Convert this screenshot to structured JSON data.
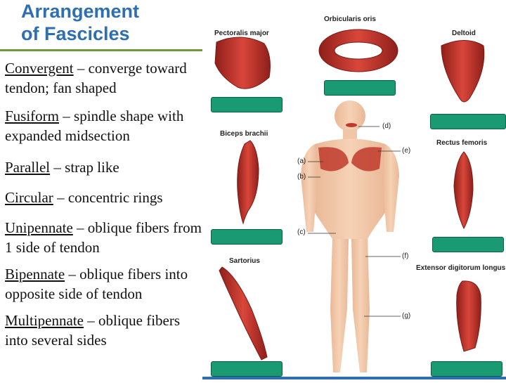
{
  "title": {
    "line1": "Arrangement",
    "line2": "of Fascicles"
  },
  "definitions": [
    {
      "term": "Convergent",
      "text": " – converge toward tendon; fan shaped"
    },
    {
      "term": "Fusiform",
      "text": " – spindle shape with expanded midsection"
    },
    {
      "term": "Parallel",
      "text": " – strap like"
    },
    {
      "term": "Circular",
      "text": " – concentric rings"
    },
    {
      "term": "Unipennate",
      "text": " – oblique fibers from 1 side of tendon"
    },
    {
      "term": "Bipennate",
      "text": " – oblique fibers into opposite side of tendon"
    },
    {
      "term": "Multipennate",
      "text": " – oblique fibers into several sides"
    }
  ],
  "muscles": {
    "pectoralis_major": "Pectoralis major",
    "orbicularis_oris": "Orbicularis oris",
    "deltoid": "Deltoid",
    "biceps_brachii": "Biceps brachii",
    "rectus_femoris": "Rectus femoris",
    "sartorius": "Sartorius",
    "extensor_digitorum": "Extensor digitorum longus"
  },
  "figure_letters": [
    "(a)",
    "(b)",
    "(c)",
    "(d)",
    "(e)",
    "(f)",
    "(g)"
  ],
  "colors": {
    "title": "#2e6fb3",
    "accent_rule": "#6d9a3a",
    "answer_box": "#1a9a72",
    "muscle": "#c0392b"
  }
}
